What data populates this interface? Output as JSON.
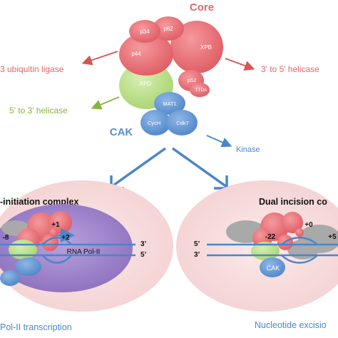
{
  "colors": {
    "core": "#e8646b",
    "xpd": "#b9dd8a",
    "cak": "#5b8fcf",
    "arrow_red": "#d9534f",
    "arrow_green": "#86b640",
    "arrow_blue": "#4a86c8",
    "ellipse_bg": "#f6dede",
    "pol2": "#9b7fc2",
    "gray_protein": "#a9a9a9"
  },
  "top": {
    "core_title": "Core",
    "cak_title": "CAK",
    "subunits": {
      "p34": "p34",
      "p62": "p62",
      "p44": "p44",
      "xpb": "XPB",
      "xpd": "XPD",
      "p52": "p52",
      "ttda": "TTDA",
      "mat1": "MAT1",
      "cych": "CycH",
      "cdk7": "Cdk7"
    },
    "functions": {
      "ubiquitin": "3 ubiquitin ligase",
      "helicase_3to5": "3’ to 5’ helicase",
      "helicase_5to3": "5’ to 3’ helicase",
      "kinase": "Kinase"
    }
  },
  "left_panel": {
    "title": "-initiation complex",
    "pos_plus1": "+1",
    "pos_plus2": "+2",
    "pos_minus8": "-8",
    "pol_label": "RNA Pol-II",
    "strand_top_end": "3’",
    "strand_bottom_end": "5’",
    "caption": "Pol-II transcription"
  },
  "right_panel": {
    "title": "Dual incision co",
    "pos_minus22": "-22",
    "pos_plus0": "+0",
    "pos_plus5": "+5",
    "cak_label": "CAK",
    "strand_top_start": "5’",
    "strand_bottom_start": "3’",
    "caption": "Nucleotide excisio"
  }
}
